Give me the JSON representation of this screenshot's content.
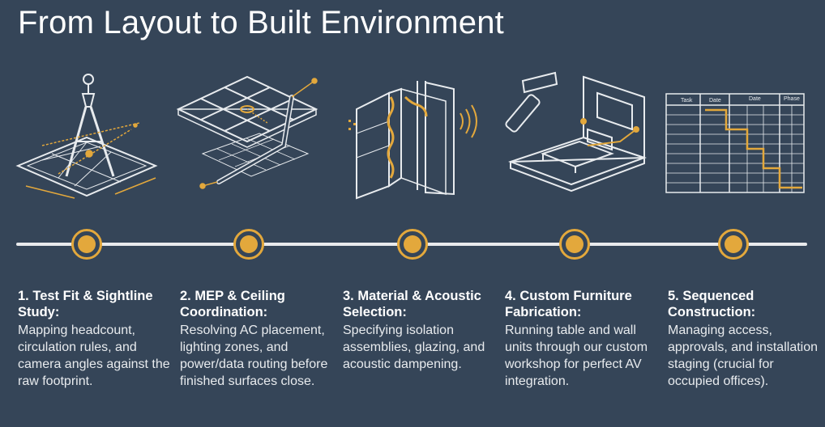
{
  "title": "From Layout to Built Environment",
  "colors": {
    "background": "#354558",
    "accent": "#e3a83c",
    "line": "#e9eaec"
  },
  "steps": [
    {
      "title": "1. Test Fit & Sightline Study:",
      "description": "Mapping headcount, circulation rules, and camera angles against the raw footprint.",
      "icon": "drafting-compass-floorplan-icon"
    },
    {
      "title": "2. MEP & Ceiling Coordination:",
      "description": "Resolving AC placement, lighting zones, and power/data routing before finished surfaces close.",
      "icon": "ceiling-grid-duct-icon"
    },
    {
      "title": "3. Material & Acoustic Selection:",
      "description": "Specifying isolation assemblies, glazing, and acoustic dampening.",
      "icon": "wall-assembly-icon"
    },
    {
      "title": "4. Custom Furniture Fabrication:",
      "description": "Running table and wall units through our custom workshop for perfect AV integration.",
      "icon": "hammer-furniture-icon"
    },
    {
      "title": "5. Sequenced Construction:",
      "description": "Managing access, approvals, and installation staging (crucial for occupied offices).",
      "icon": "gantt-schedule-icon"
    }
  ],
  "schedule_headers": [
    "Task",
    "Date",
    "Date",
    "Phase"
  ]
}
